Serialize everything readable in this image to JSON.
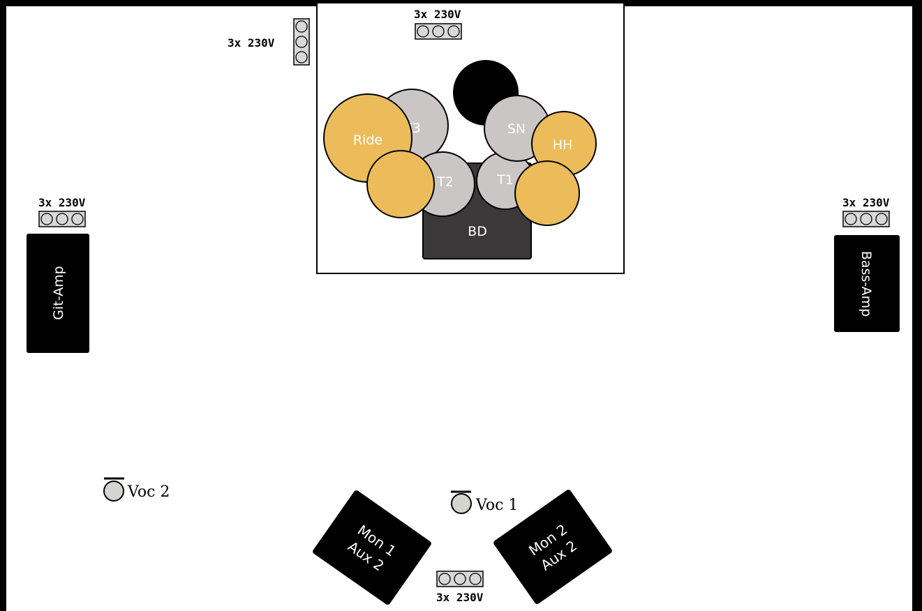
{
  "power": {
    "label": "3x 230V"
  },
  "drums": {
    "ride": "Ride",
    "tom3": "T3",
    "tom2": "T2",
    "tom1": "T1",
    "snare": "SN",
    "hihat": "HH",
    "bassdrum": "BD"
  },
  "amps": {
    "guitar": "Git-Amp",
    "bass": "Bass-Amp"
  },
  "vocals": {
    "voc1": "Voc 1",
    "voc2": "Voc 2"
  },
  "monitors": {
    "mon1": {
      "line1": "Mon 1",
      "line2": "Aux 2"
    },
    "mon2": {
      "line1": "Mon 2",
      "line2": "Aux 2"
    }
  },
  "colors": {
    "cymbal": "#ecbc5a",
    "drum": "#cbc6c6",
    "bassdrum": "#3a3838",
    "amp": "#000000",
    "mic": "#d4d4d0",
    "socket": "#d8d8d8"
  }
}
